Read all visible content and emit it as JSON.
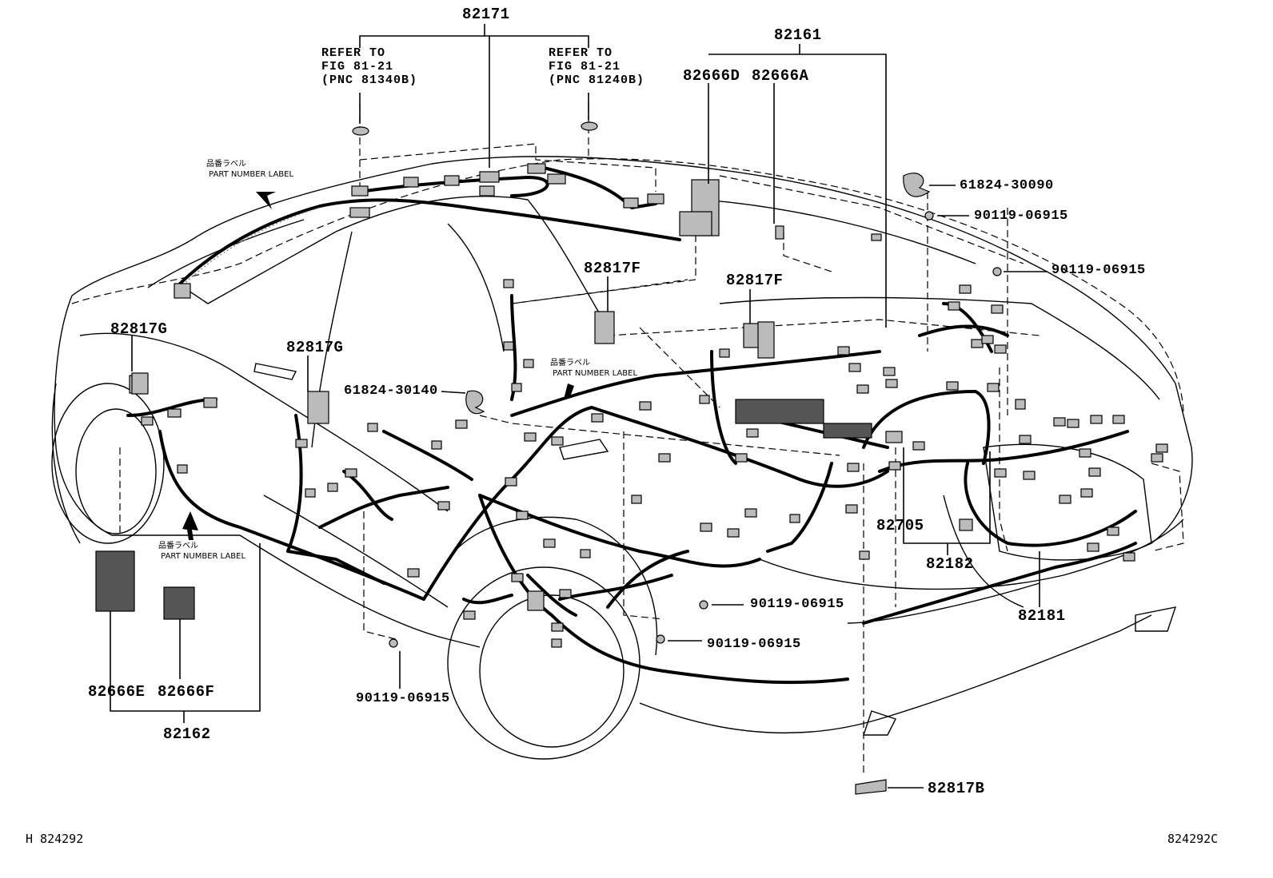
{
  "part_numbers": {
    "p82171": "82171",
    "p82161": "82161",
    "p82666D": "82666D",
    "p82666A": "82666A",
    "p61824_30090": "61824-30090",
    "p90119_a": "90119-06915",
    "p90119_b": "90119-06915",
    "p82817F_left": "82817F",
    "p82817F_right": "82817F",
    "p82817G_left": "82817G",
    "p82817G_mid": "82817G",
    "p61824_30140": "61824-30140",
    "p82705": "82705",
    "p82182": "82182",
    "p82181": "82181",
    "p90119_c": "90119-06915",
    "p90119_d": "90119-06915",
    "p90119_e": "90119-06915",
    "p82666E": "82666E",
    "p82666F": "82666F",
    "p82162": "82162",
    "p82817B": "82817B"
  },
  "references": {
    "left": "REFER TO\nFIG 81-21\n(PNC 81340B)",
    "right": "REFER TO\nFIG 81-21\n(PNC 81240B)"
  },
  "part_number_labels": {
    "top": "品番ラベル\n PART NUMBER LABEL",
    "center": "品番ラベル\n PART NUMBER LABEL",
    "bottom": "品番ラベル\n PART NUMBER LABEL"
  },
  "footer": {
    "left": "H  824292",
    "right": "824292C"
  }
}
